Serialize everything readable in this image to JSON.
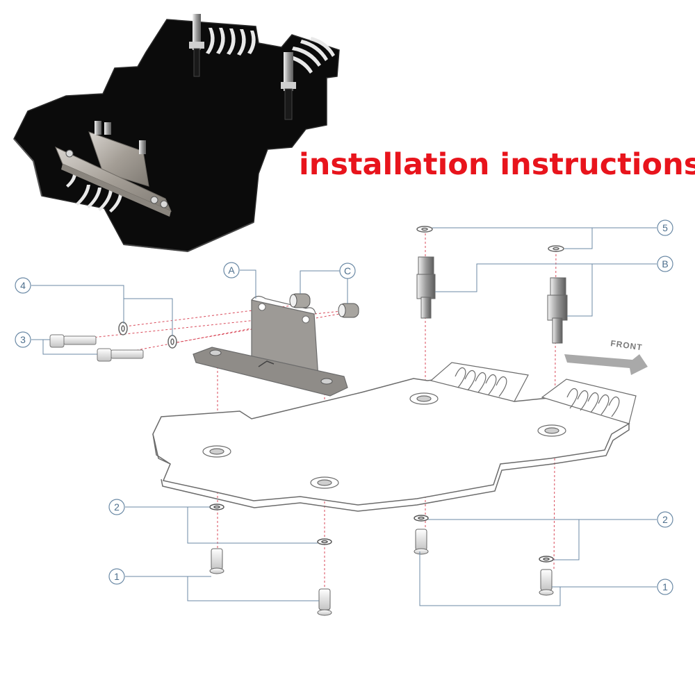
{
  "title": "installation instructions",
  "front_label": "FRONT",
  "callouts": {
    "A": "A",
    "B": "B",
    "C": "C",
    "n1": "1",
    "n2": "2",
    "n3": "3",
    "n4": "4",
    "n5": "5"
  },
  "colors": {
    "title": "#e8141c",
    "callout": "#4d6f8d",
    "guide_line": "#d94a5a",
    "outline": "#6b6b6b",
    "photo_plate": "#0b0b0b",
    "bracket_metal": "#a9a39c"
  }
}
